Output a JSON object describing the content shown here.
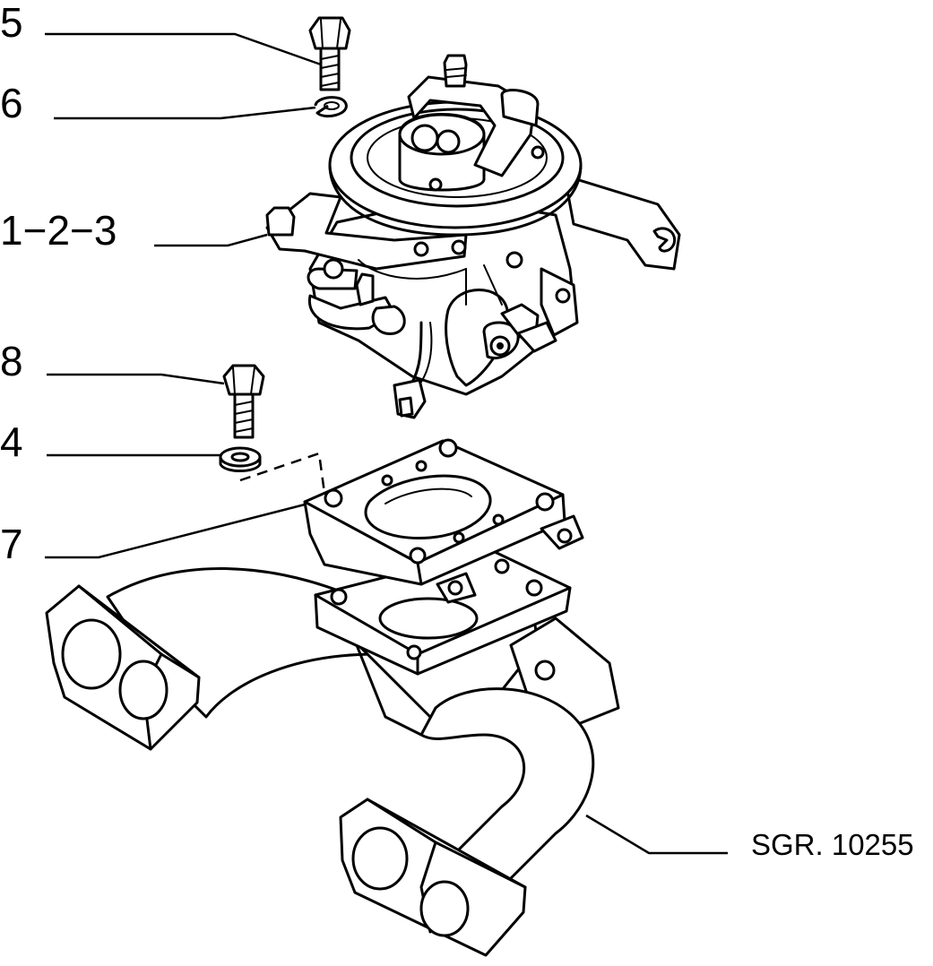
{
  "callouts": {
    "part_5": "5",
    "part_6": "6",
    "part_1_2_3": "1−2−3",
    "part_8": "8",
    "part_4": "4",
    "part_7": "7"
  },
  "reference_code": "SGR. 10255",
  "line_color": "#000000",
  "background_color": "#ffffff"
}
